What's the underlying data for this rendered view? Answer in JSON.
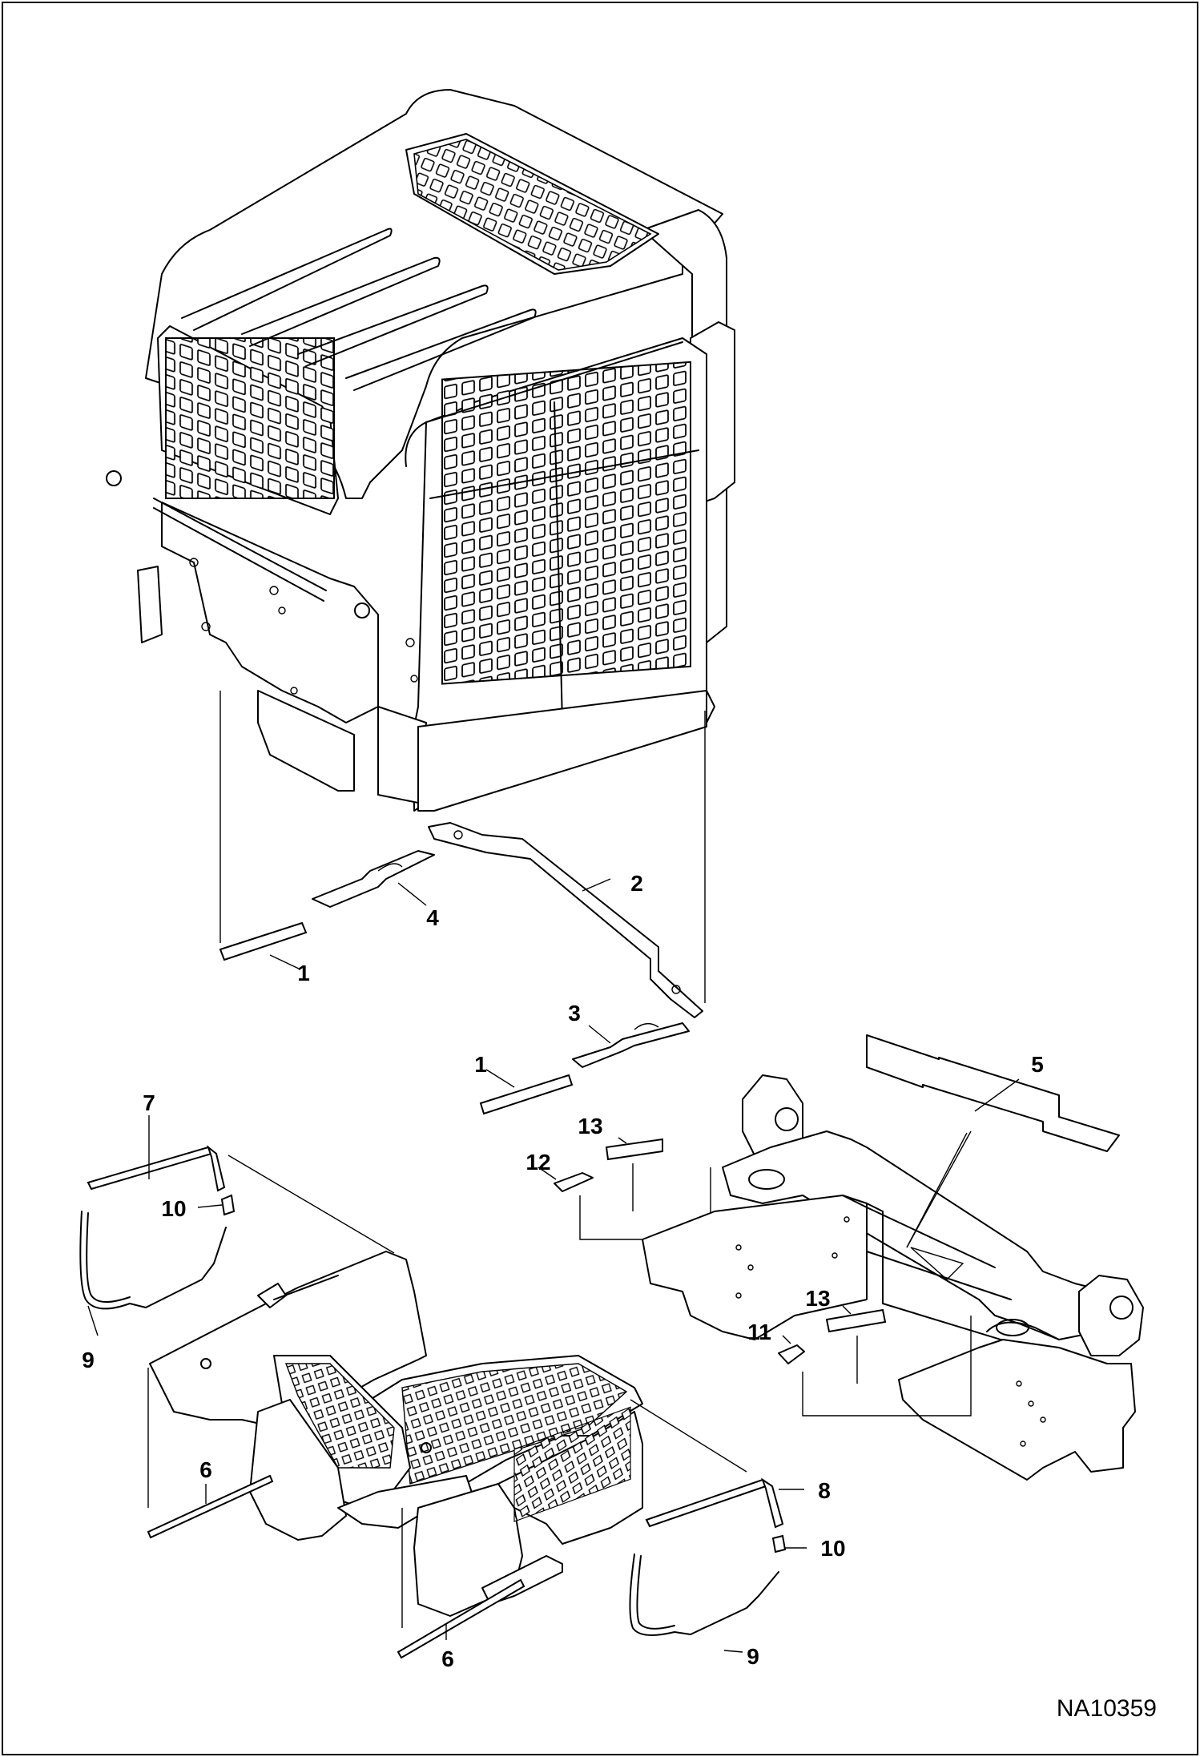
{
  "drawing_id": "NA10359",
  "callouts": [
    {
      "key": "c1a",
      "label": "1"
    },
    {
      "key": "c1b",
      "label": "1"
    },
    {
      "key": "c2",
      "label": "2"
    },
    {
      "key": "c3",
      "label": "3"
    },
    {
      "key": "c4",
      "label": "4"
    },
    {
      "key": "c5",
      "label": "5"
    },
    {
      "key": "c6a",
      "label": "6"
    },
    {
      "key": "c6b",
      "label": "6"
    },
    {
      "key": "c7",
      "label": "7"
    },
    {
      "key": "c8",
      "label": "8"
    },
    {
      "key": "c9a",
      "label": "9"
    },
    {
      "key": "c9b",
      "label": "9"
    },
    {
      "key": "c10a",
      "label": "10"
    },
    {
      "key": "c10b",
      "label": "10"
    },
    {
      "key": "c11",
      "label": "11"
    },
    {
      "key": "c12",
      "label": "12"
    },
    {
      "key": "c13a",
      "label": "13"
    },
    {
      "key": "c13b",
      "label": "13"
    }
  ]
}
